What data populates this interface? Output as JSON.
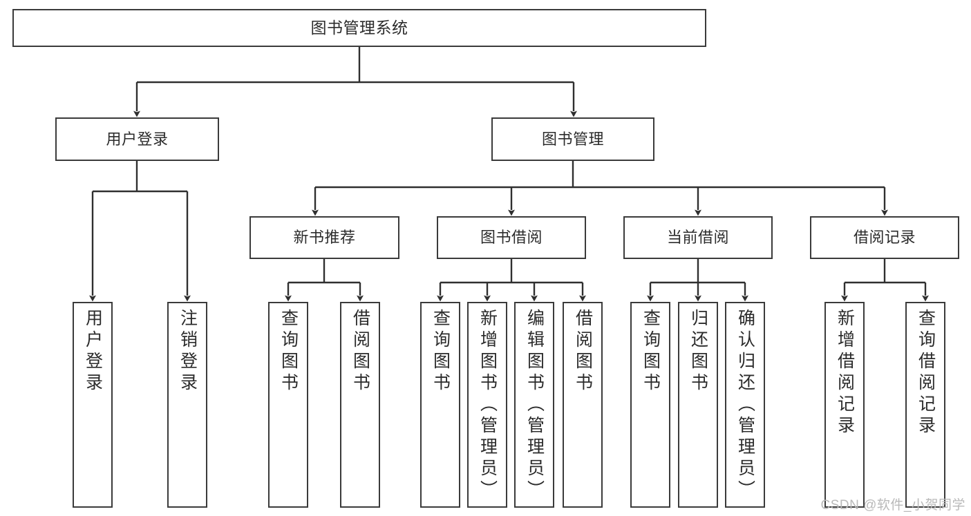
{
  "diagram": {
    "title": "图书管理系统",
    "type": "tree-hierarchy",
    "watermark": "CSDN @软件_小贺同学",
    "colors": {
      "box_border": "#3a3a3a",
      "box_fill": "#ffffff",
      "edge": "#2f2f2f",
      "text": "#2b2b2b",
      "watermark": "#b9b9b9"
    },
    "root": {
      "label": "图书管理系统"
    },
    "level1": [
      {
        "label": "用户登录"
      },
      {
        "label": "图书管理"
      }
    ],
    "level2": [
      {
        "label": "新书推荐"
      },
      {
        "label": "图书借阅"
      },
      {
        "label": "当前借阅"
      },
      {
        "label": "借阅记录"
      }
    ],
    "leaves": {
      "user_login": [
        {
          "label": "用户登录"
        },
        {
          "label": "注销登录"
        }
      ],
      "new_book_recommend": [
        {
          "label": "查询图书"
        },
        {
          "label": "借阅图书"
        }
      ],
      "book_borrow": [
        {
          "label": "查询图书"
        },
        {
          "label": "新增图书（管理员）"
        },
        {
          "label": "编辑图书（管理员）"
        },
        {
          "label": "借阅图书"
        }
      ],
      "current_borrow": [
        {
          "label": "查询图书"
        },
        {
          "label": "归还图书"
        },
        {
          "label": "确认归还（管理员）"
        }
      ],
      "borrow_record": [
        {
          "label": "新增借阅记录"
        },
        {
          "label": "查询借阅记录"
        }
      ]
    }
  }
}
